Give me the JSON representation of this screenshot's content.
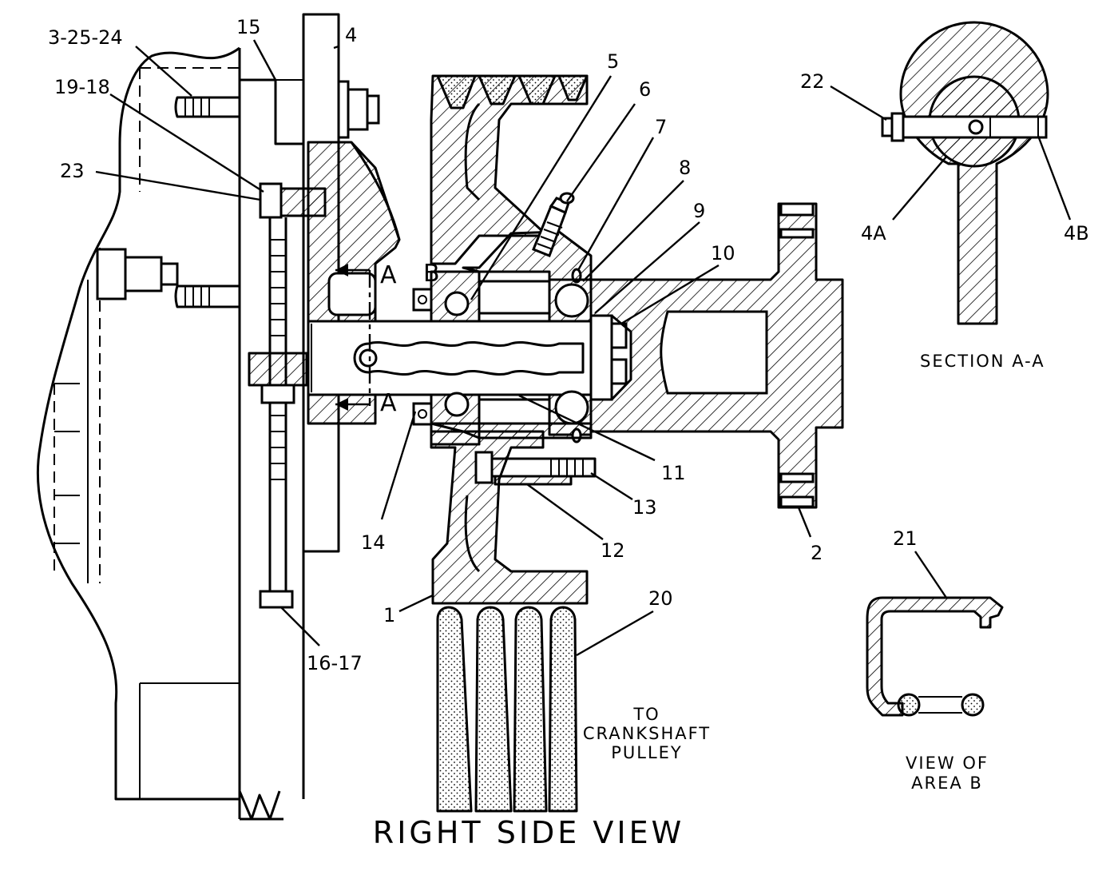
{
  "title": "RIGHT SIDE VIEW",
  "section": {
    "label": "SECTION A-A",
    "markers": {
      "a_upper": "A",
      "a_lower": "A",
      "b": "B"
    }
  },
  "view_b_caption": [
    "VIEW OF",
    "AREA B"
  ],
  "crankshaft_caption": [
    "TO",
    "CRANKSHAFT",
    "PULLEY"
  ],
  "callouts": {
    "c1": "1",
    "c2": "2",
    "c3_25_24": "3-25-24",
    "c4": "4",
    "c4a": "4A",
    "c4b": "4B",
    "c5": "5",
    "c6": "6",
    "c7": "7",
    "c8": "8",
    "c9": "9",
    "c10": "10",
    "c11": "11",
    "c12": "12",
    "c13": "13",
    "c14": "14",
    "c15": "15",
    "c16_17": "16-17",
    "c19_18": "19-18",
    "c20": "20",
    "c21": "21",
    "c22": "22",
    "c23": "23"
  }
}
